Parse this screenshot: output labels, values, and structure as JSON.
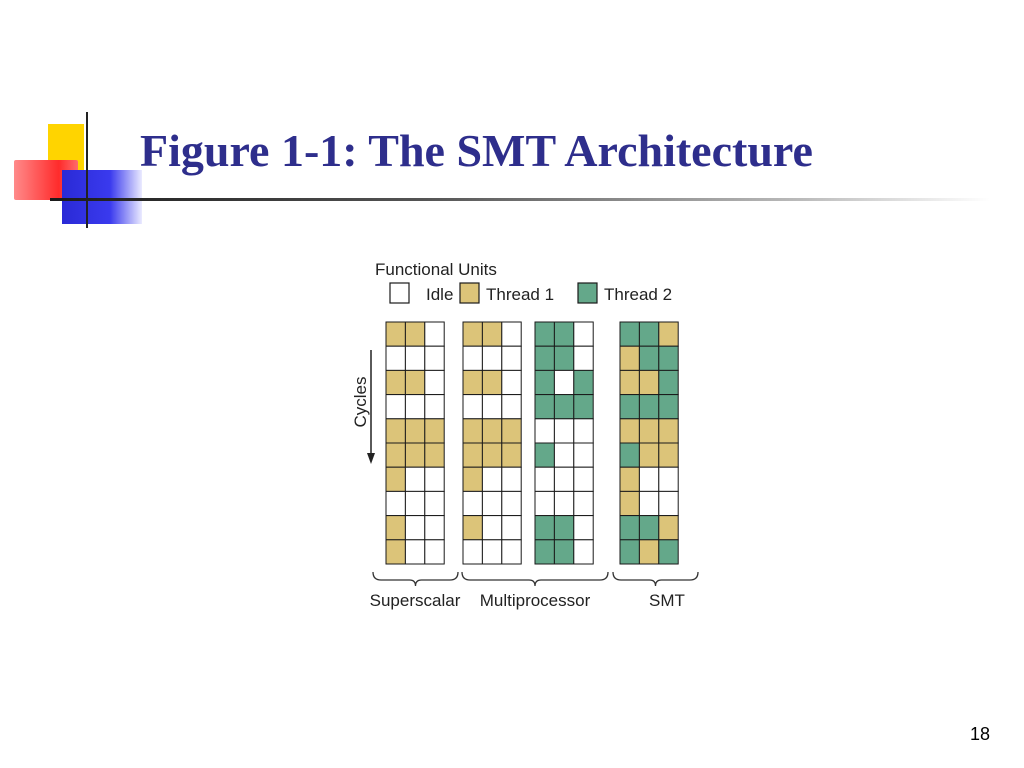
{
  "slide": {
    "title": "Figure 1-1: The SMT Architecture",
    "page_number": "18"
  },
  "diagram": {
    "legend_title": "Functional Units",
    "legend": [
      {
        "label": "Idle",
        "state": 0
      },
      {
        "label": "Thread 1",
        "state": 1
      },
      {
        "label": "Thread 2",
        "state": 2
      }
    ],
    "axis_label": "Cycles",
    "colors": {
      "idle": "#ffffff",
      "thread1": "#dcc479",
      "thread2": "#64a88a",
      "stroke": "#1a1a1a"
    },
    "grids": [
      {
        "group": 0,
        "cells": [
          [
            1,
            1,
            0
          ],
          [
            0,
            0,
            0
          ],
          [
            1,
            1,
            0
          ],
          [
            0,
            0,
            0
          ],
          [
            1,
            1,
            1
          ],
          [
            1,
            1,
            1
          ],
          [
            1,
            0,
            0
          ],
          [
            0,
            0,
            0
          ],
          [
            1,
            0,
            0
          ],
          [
            1,
            0,
            0
          ]
        ]
      },
      {
        "group": 1,
        "cells": [
          [
            1,
            1,
            0
          ],
          [
            0,
            0,
            0
          ],
          [
            1,
            1,
            0
          ],
          [
            0,
            0,
            0
          ],
          [
            1,
            1,
            1
          ],
          [
            1,
            1,
            1
          ],
          [
            1,
            0,
            0
          ],
          [
            0,
            0,
            0
          ],
          [
            1,
            0,
            0
          ],
          [
            0,
            0,
            0
          ]
        ]
      },
      {
        "group": 1,
        "cells": [
          [
            2,
            2,
            0
          ],
          [
            2,
            2,
            0
          ],
          [
            2,
            0,
            2
          ],
          [
            2,
            2,
            2
          ],
          [
            0,
            0,
            0
          ],
          [
            2,
            0,
            0
          ],
          [
            0,
            0,
            0
          ],
          [
            0,
            0,
            0
          ],
          [
            2,
            2,
            0
          ],
          [
            2,
            2,
            0
          ]
        ]
      },
      {
        "group": 2,
        "cells": [
          [
            2,
            2,
            1
          ],
          [
            1,
            2,
            2
          ],
          [
            1,
            1,
            2
          ],
          [
            2,
            2,
            2
          ],
          [
            1,
            1,
            1
          ],
          [
            2,
            1,
            1
          ],
          [
            1,
            0,
            0
          ],
          [
            1,
            0,
            0
          ],
          [
            2,
            2,
            1
          ],
          [
            2,
            1,
            2
          ]
        ]
      }
    ],
    "groups": [
      {
        "label": "Superscalar"
      },
      {
        "label": "Multiprocessor"
      },
      {
        "label": "SMT"
      }
    ]
  }
}
